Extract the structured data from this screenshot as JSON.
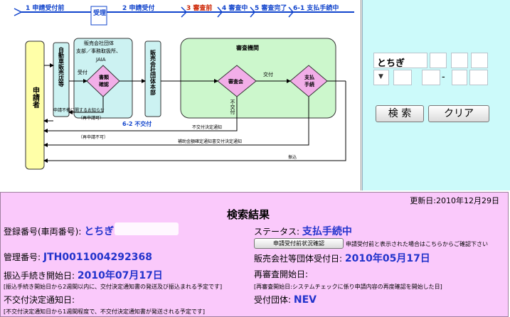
{
  "flow": {
    "steps": [
      "1 申請受付前",
      "受理",
      "2 申請受付",
      "3 審査前",
      "4 審査中",
      "5 審査完了",
      "6-1 支払手続中"
    ],
    "applicant": "申請者",
    "dealer": "自動車販売店等",
    "dealer_org": [
      "販売会社団体",
      "支部／事務取扱所、",
      "JAIA"
    ],
    "doc_check": [
      "書類",
      "確認"
    ],
    "receive": "受付",
    "dealer_hq": "販売会社団体本部",
    "review_org": "審査機関",
    "review_board": "審査会",
    "delivery": "交付",
    "payment": [
      "支払",
      "手続"
    ],
    "non_delivery": "不交付",
    "notice_incomplete": "申請不備に関するお知らせ",
    "reapply_ok": "（再申請可）",
    "reapply_ng": "（再申請不可）",
    "step_62": "6-2 不交付",
    "non_delivery_notice": "不交付決定通知",
    "subsidy_notice": "補助金額確定通知書交付決定通知",
    "transfer": "振込"
  },
  "search": {
    "prefecture": "とちぎ",
    "dash": "-",
    "search_button": "検 索",
    "clear_button": "クリア"
  },
  "results": {
    "updated": "更新日:2010年12月29日",
    "title": "検索結果",
    "reg_label": "登録番号(車両番号):",
    "reg_value": "とちぎ",
    "status_label": "ステータス:",
    "status_value": "支払手続中",
    "pre_check_button": "申請受付前状況確認",
    "pre_check_note": "申請受付前と表示された場合はこちらからご確認下さい",
    "mgmt_label": "管理番号:",
    "mgmt_value": "JTH0011004292368",
    "dealer_date_label": "販売会社等団体受付日:",
    "dealer_date_value": "2010年05月17日",
    "transfer_label": "振込手続き開始日:",
    "transfer_value": "2010年07月17日",
    "rereview_label": "再審査開始日:",
    "transfer_note": "[振込手続き開始日から2週間以内に、交付決定通知書の発送及び振込まれる予定です]",
    "rereview_note": "[再審査開始日:システムチェックに係り申請内容の再度確認を開始した日]",
    "nondelivery_label": "不交付決定通知日:",
    "org_label": "受付団体:",
    "org_value": "NEV",
    "nondelivery_note": "[不交付決定通知日から1週間程度で、不交付決定通知書が発送される予定です]"
  },
  "colors": {
    "search_bg": "#ccfafa",
    "results_bg": "#fac9fb",
    "value_blue": "#2233cc",
    "applicant_yellow": "#ffffa8",
    "box_cyan": "#ccf2f2",
    "review_green": "#ccf7cc",
    "diamond_pink": "#f2aee8"
  }
}
